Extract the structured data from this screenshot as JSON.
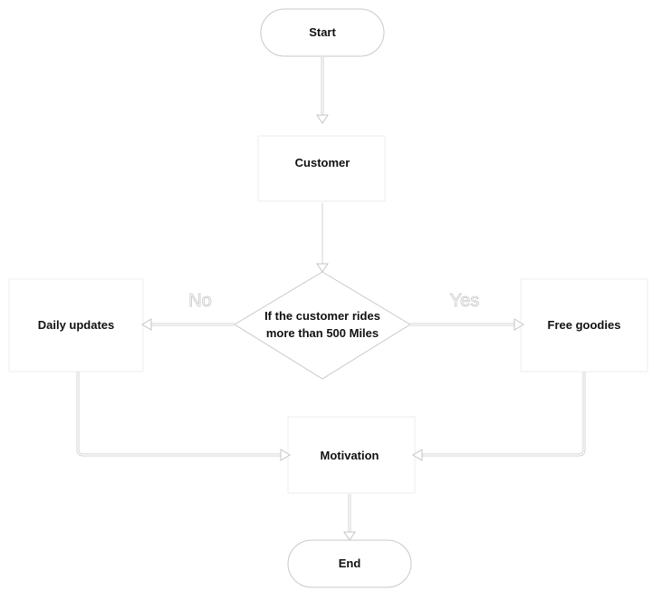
{
  "nodes": {
    "start": "Start",
    "customer": "Customer",
    "decision_line1": "If the customer rides",
    "decision_line2": "more than 500 Miles",
    "daily_updates": "Daily updates",
    "free_goodies": "Free goodies",
    "motivation": "Motivation",
    "end": "End"
  },
  "edges": {
    "no_label": "No",
    "yes_label": "Yes"
  },
  "colors": {
    "text": "#111111",
    "shape_stroke": "#c9c9c9",
    "connector": "#d2d2d2"
  }
}
